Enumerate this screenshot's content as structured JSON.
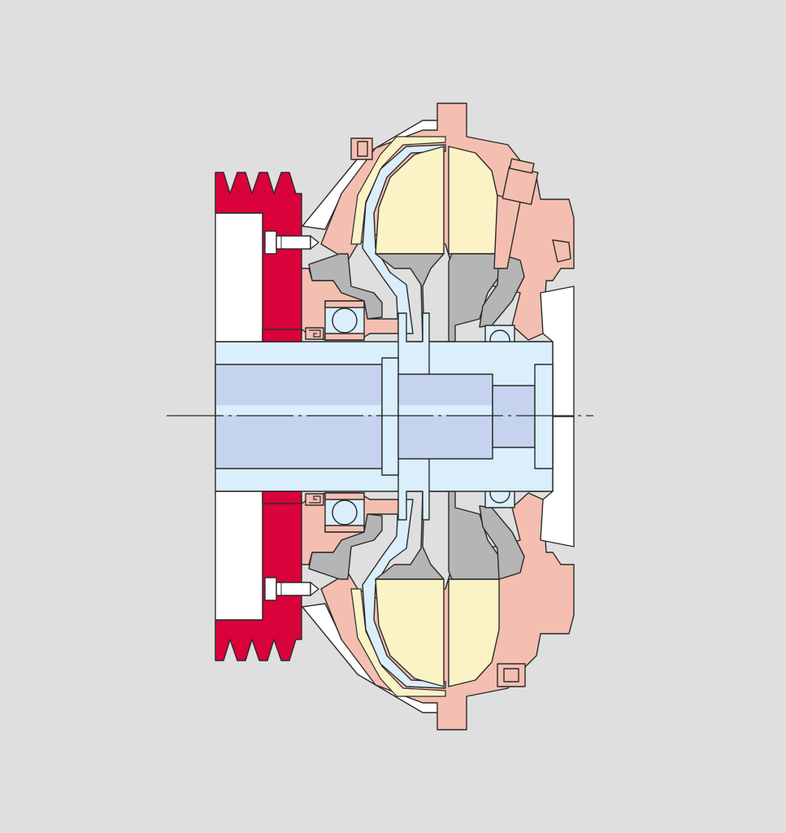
{
  "diagram": {
    "labels": [],
    "colors": {
      "background": "#dedfde",
      "pulley": "#d9023a",
      "housing": "#f4bfb0",
      "rotor_grey": "#b5b5b5",
      "oil": "#fbf3c6",
      "hub_light": "#daeefb",
      "shaft_blue": "#c5d3ef",
      "white_parts": "#ffffff",
      "outline": "#2a2a2a"
    },
    "components": [
      "v-belt-pulley",
      "pulley-bolt",
      "outer-housing",
      "impeller",
      "turbine-runner",
      "working-fluid",
      "drive-shaft",
      "inner-hub",
      "ball-bearing",
      "shaft-seal",
      "fill-plug",
      "centerline"
    ]
  }
}
